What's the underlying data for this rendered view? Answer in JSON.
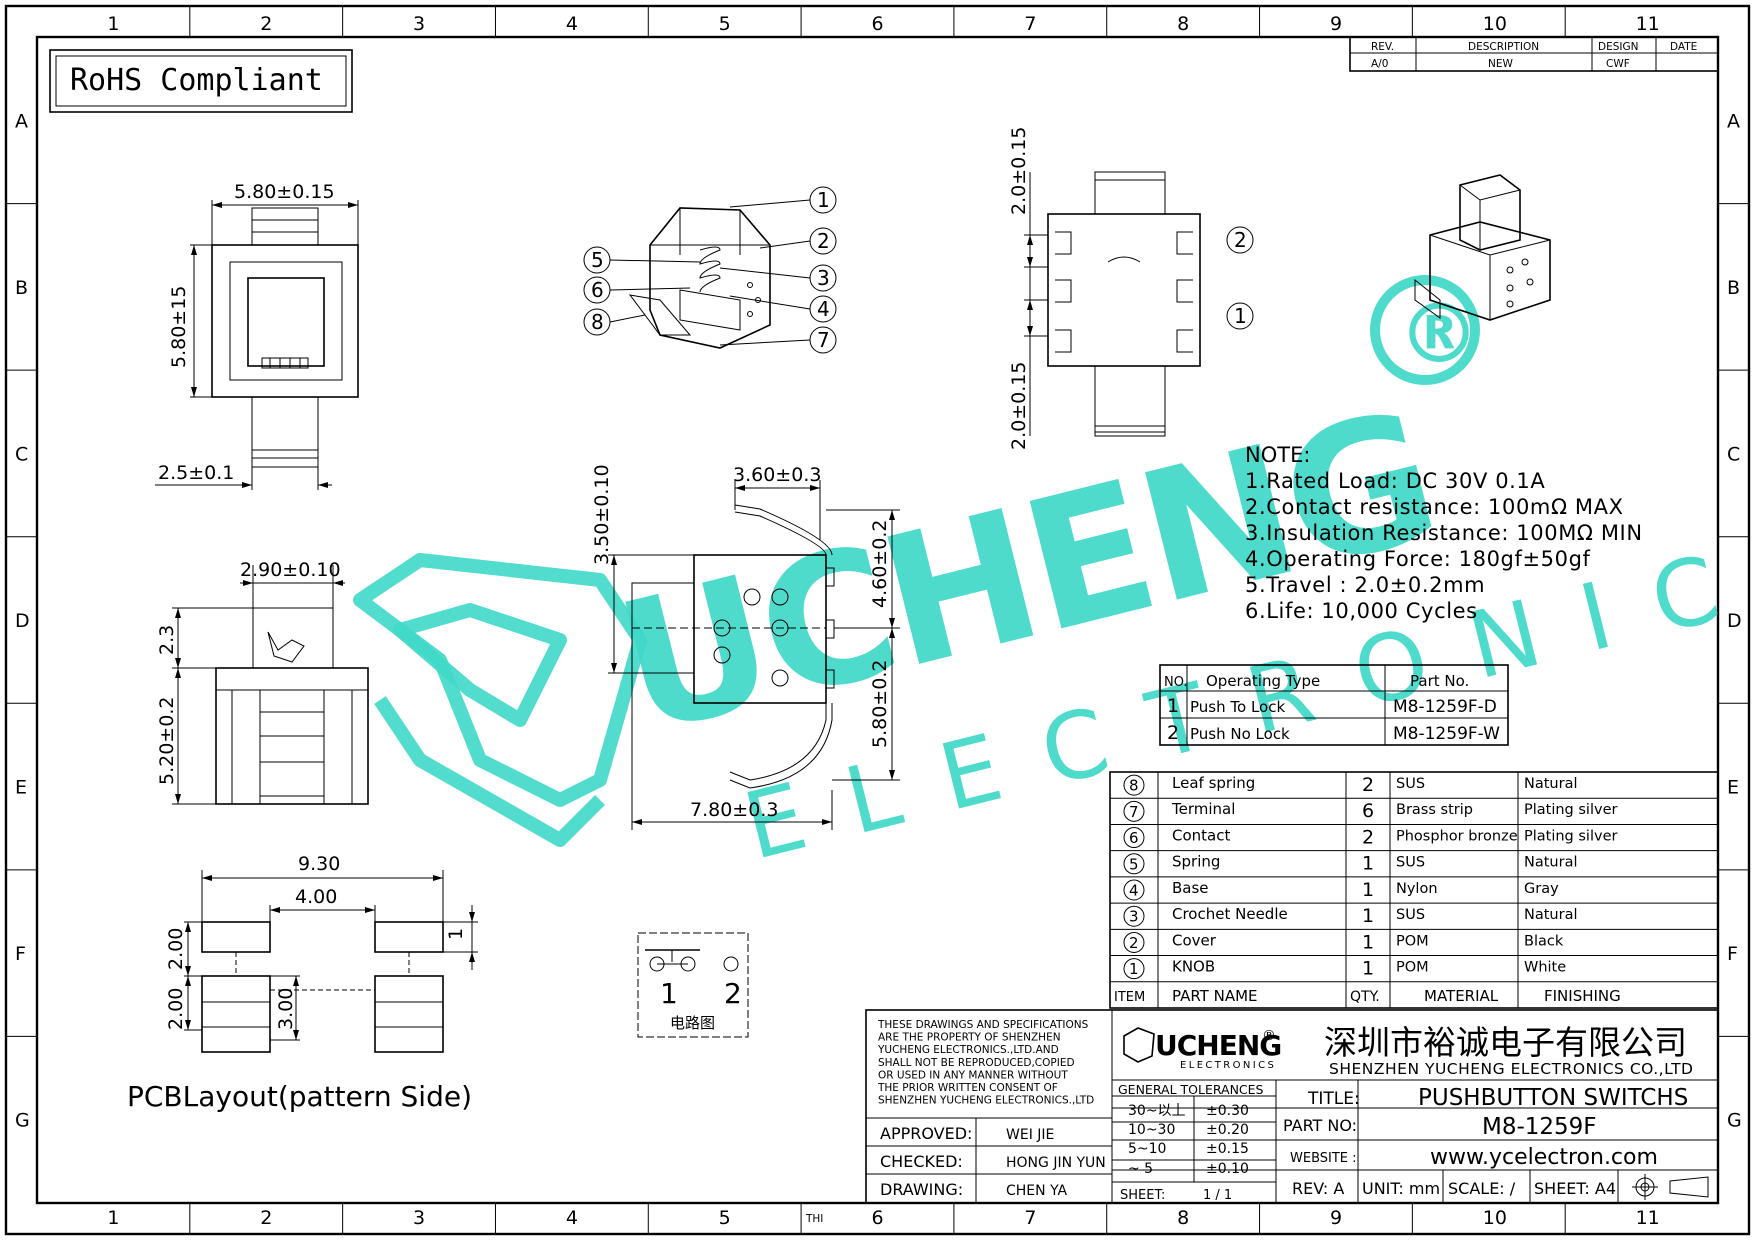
{
  "frame": {
    "columns": [
      "1",
      "2",
      "3",
      "4",
      "5",
      "6",
      "7",
      "8",
      "9",
      "10",
      "11"
    ],
    "rows": [
      "A",
      "B",
      "C",
      "D",
      "E",
      "F",
      "G"
    ],
    "bottom_mark": "THI"
  },
  "rohs": "RoHS Compliant",
  "revision": {
    "headers": [
      "REV.",
      "DESCRIPTION",
      "DESIGN",
      "DATE"
    ],
    "row": [
      "A/0",
      "NEW",
      "CWF",
      ""
    ]
  },
  "dims": {
    "top_width": "5.80±0.15",
    "top_height": "5.80±15",
    "top_knob": "2.5±0.1",
    "side_width": "2.90±0.10",
    "side_h1": "2.3",
    "side_h2": "5.20±0.2",
    "mid_top": "3.60±0.3",
    "mid_left": "3.50±0.10",
    "mid_r1": "4.60±0.2",
    "mid_r2": "5.80±0.2",
    "mid_bottom": "7.80±0.3",
    "pcb_total": "9.30",
    "pcb_inner": "4.00",
    "pcb_pad": "1",
    "pcb_v1": "2.00",
    "pcb_v2": "2.00",
    "pcb_v3": "3.00",
    "back_top": "2.0±0.15",
    "back_bottom": "2.0±0.15"
  },
  "pcb_caption": "PCBLayout(pattern Side)",
  "callouts": [
    "1",
    "2",
    "3",
    "4",
    "5",
    "6",
    "7",
    "8"
  ],
  "back_callouts": [
    "2",
    "1"
  ],
  "circuit": {
    "pin1": "1",
    "pin2": "2",
    "caption": "电路图"
  },
  "watermark": {
    "brand": "UCHENG",
    "sub": "ELECTRONICS",
    "mark": "®"
  },
  "notes": {
    "title": "NOTE:",
    "lines": [
      "1.Rated Load: DC 30V 0.1A",
      "2.Contact resistance: 100mΩ MAX",
      "3.Insulation Resistance: 100MΩ MIN",
      "4.Operating Force: 180gf±50gf",
      "5.Travel : 2.0±0.2mm",
      "6.Life: 10,000 Cycles"
    ]
  },
  "operating_table": {
    "headers": [
      "NO.",
      "Operating Type",
      "Part No."
    ],
    "rows": [
      [
        "1",
        "Push To Lock",
        "M8-1259F-D"
      ],
      [
        "2",
        "Push No Lock",
        "M8-1259F-W"
      ]
    ]
  },
  "bom": {
    "headers": [
      "ITEM",
      "PART NAME",
      "QTY.",
      "MATERIAL",
      "FINISHING"
    ],
    "rows": [
      [
        "8",
        "Leaf spring",
        "2",
        "SUS",
        "Natural"
      ],
      [
        "7",
        "Terminal",
        "6",
        "Brass strip",
        "Plating silver"
      ],
      [
        "6",
        "Contact",
        "2",
        "Phosphor bronze",
        "Plating silver"
      ],
      [
        "5",
        "Spring",
        "1",
        "SUS",
        "Natural"
      ],
      [
        "4",
        "Base",
        "1",
        "Nylon",
        "Gray"
      ],
      [
        "3",
        "Crochet Needle",
        "1",
        "SUS",
        "Natural"
      ],
      [
        "2",
        "Cover",
        "1",
        "POM",
        "Black"
      ],
      [
        "1",
        "KNOB",
        "1",
        "POM",
        "White"
      ]
    ]
  },
  "title_block": {
    "disclaimer": [
      "THESE DRAWINGS AND SPECIFICATIONS",
      "ARE THE PROPERTY OF SHENZHEN",
      "YUCHENG ELECTRONICS.,LTD.AND",
      "SHALL NOT BE REPRODUCED,COPIED",
      "OR USED IN ANY MANNER WITHOUT",
      "THE PRIOR WRITTEN CONSENT OF",
      "SHENZHEN YUCHENG ELECTRONICS.,LTD"
    ],
    "approved_label": "APPROVED:",
    "approved": "WEI JIE",
    "checked_label": "CHECKED:",
    "checked": "HONG JIN YUN",
    "drawing_label": "DRAWING:",
    "drawing": "CHEN YA",
    "logo_brand": "UCHENG",
    "logo_reg": "®",
    "logo_sub": "ELECTRONICS",
    "company_cn": "深圳市裕诚电子有限公司",
    "company_en": "SHENZHEN YUCHENG ELECTRONICS CO.,LTD",
    "tol_title": "GENERAL TOLERANCES",
    "tolerances": [
      [
        "30~以上",
        "±0.30"
      ],
      [
        "10~30",
        "±0.20"
      ],
      [
        "5~10",
        "±0.15"
      ],
      [
        "~ 5",
        "±0.10"
      ]
    ],
    "sheet_label": "SHEET:",
    "sheet": "1 / 1",
    "title_label": "TITLE:",
    "title": "PUSHBUTTON SWITCHS",
    "partno_label": "PART NO:",
    "partno": "M8-1259F",
    "website_label": "WEBSITE :",
    "website": "www.ycelectron.com",
    "rev": "REV: A",
    "unit": "UNIT: mm",
    "scale": "SCALE: /",
    "sheet_size": "SHEET: A4"
  }
}
